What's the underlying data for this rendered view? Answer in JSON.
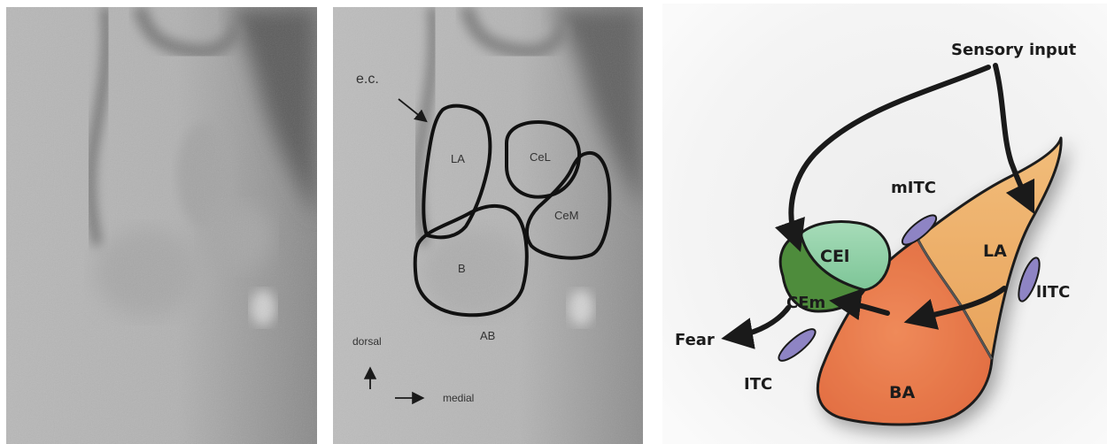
{
  "panels": {
    "micrograph_unlabeled": {},
    "micrograph_labeled": {
      "labels": {
        "ec": "e.c.",
        "la": "LA",
        "cel": "CeL",
        "cem": "CeM",
        "b": "B",
        "ab": "AB",
        "dorsal": "dorsal",
        "medial": "medial"
      }
    },
    "schematic": {
      "labels": {
        "sensory_input": "Sensory input",
        "mitc": "mITC",
        "litc": "lITC",
        "itc": "ITC",
        "cel": "CEl",
        "cem": "CEm",
        "la": "LA",
        "ba": "BA",
        "fear": "Fear"
      },
      "colors": {
        "la_fill": "#eeb26c",
        "ba_fill": "#e7794e",
        "cel_fill": "#8fd1a8",
        "cem_fill": "#4e8c3c",
        "itc_fill": "#8e84c4",
        "outline": "#1a1a1a"
      }
    }
  }
}
